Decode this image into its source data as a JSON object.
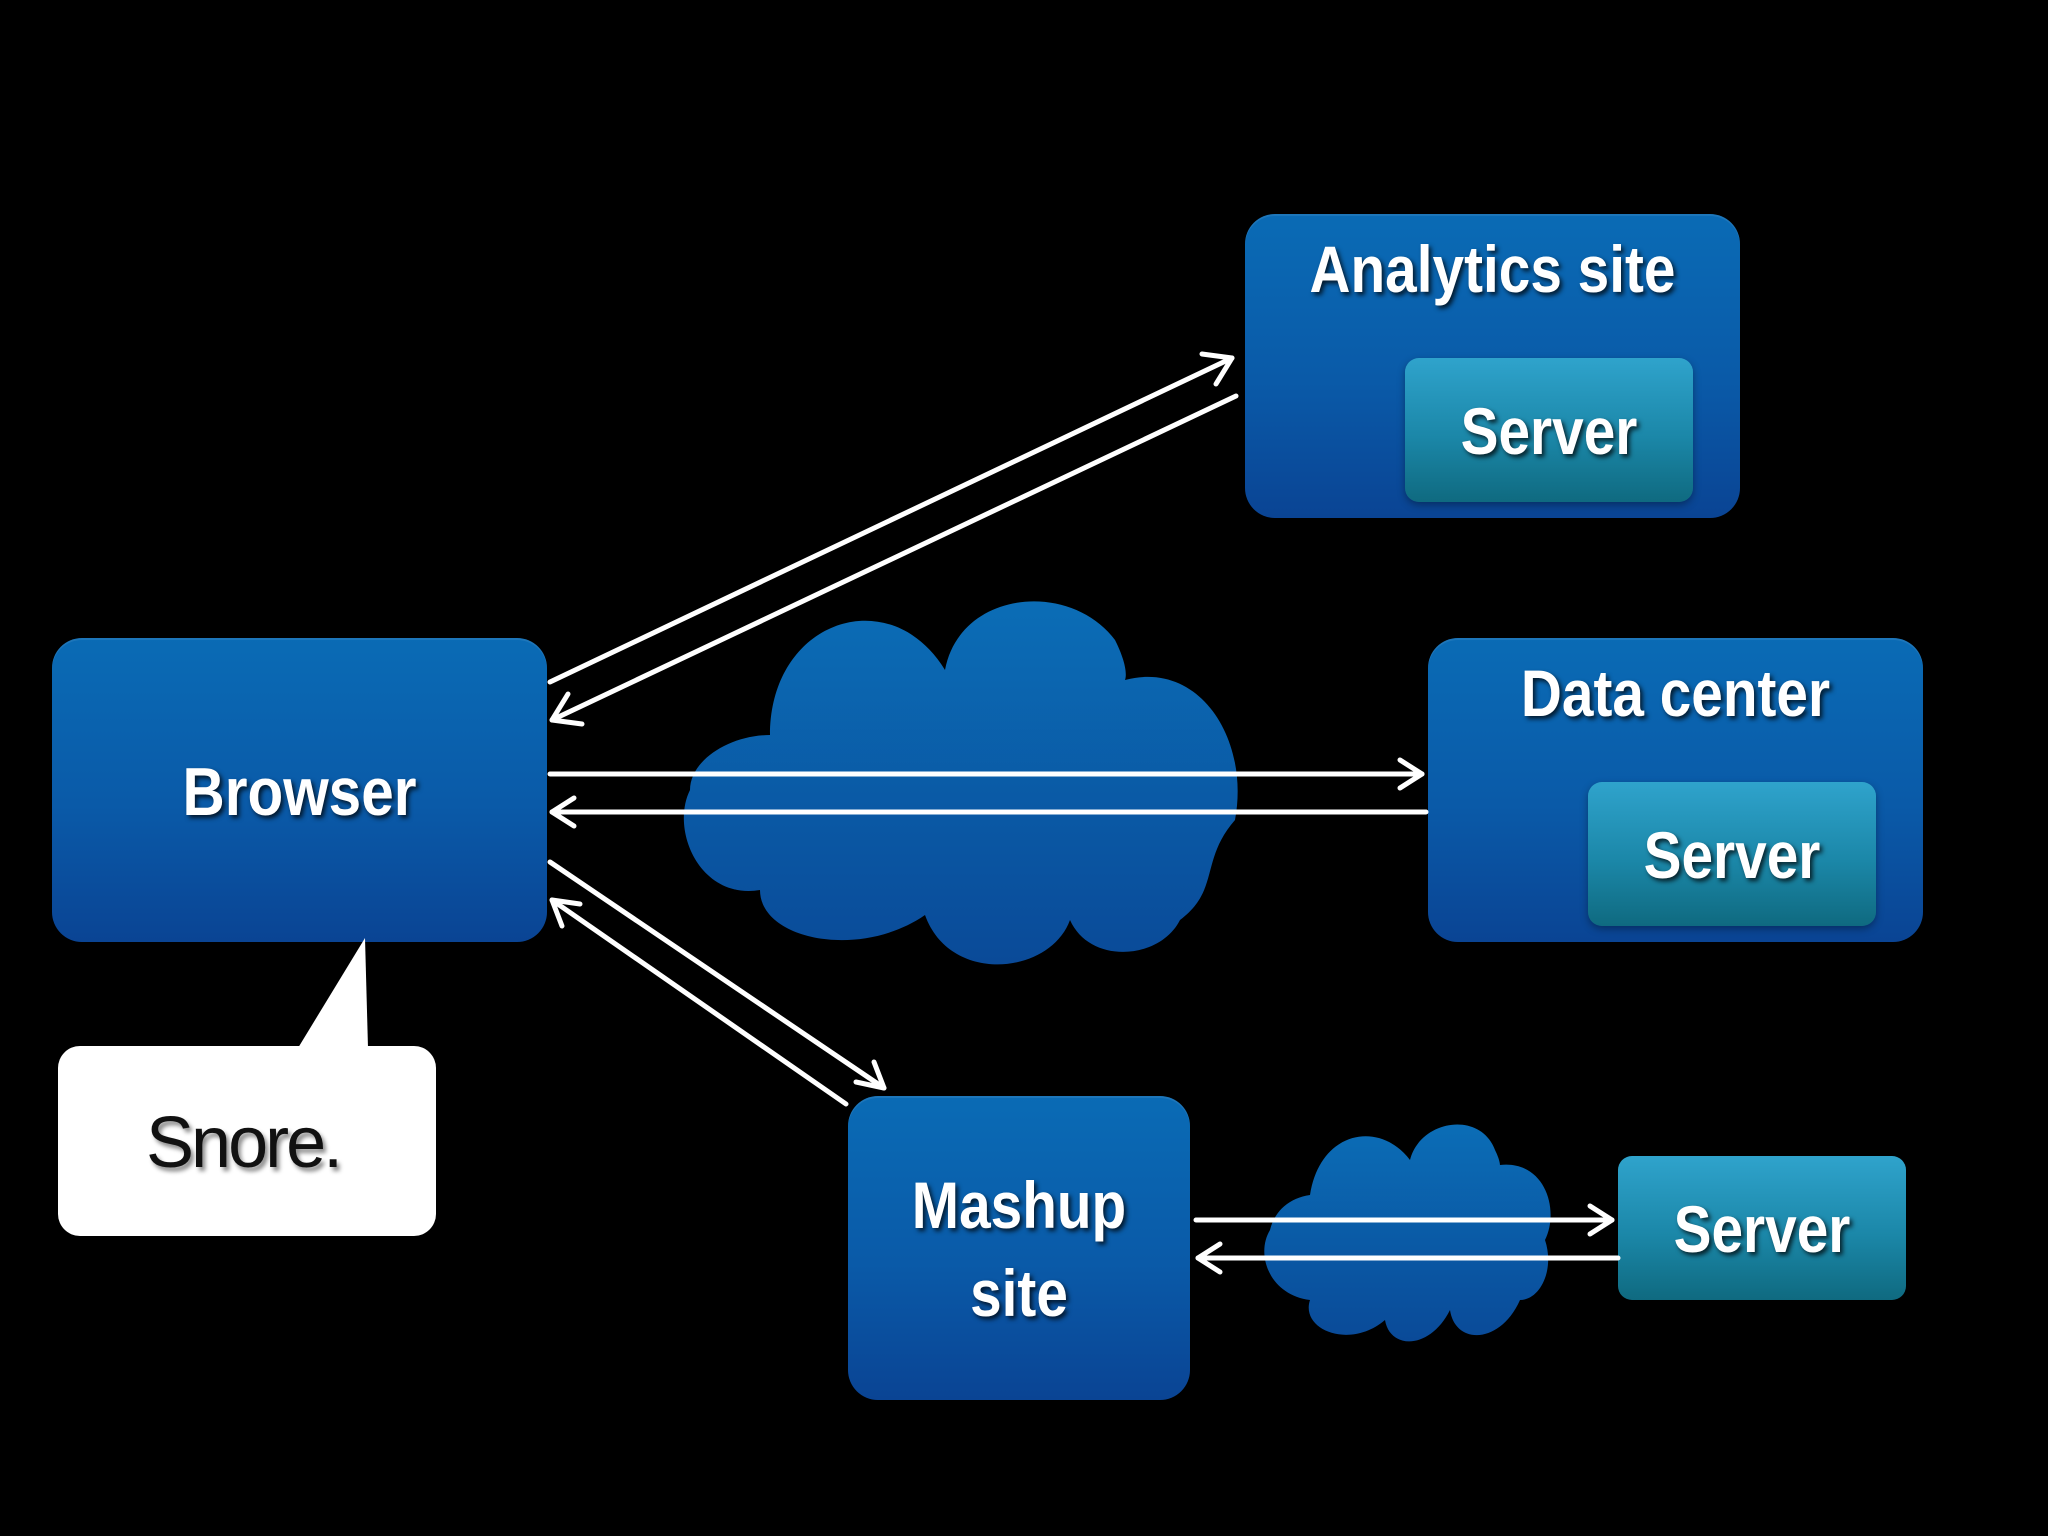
{
  "nodes": {
    "browser": {
      "label": "Browser"
    },
    "analytics": {
      "label": "Analytics site",
      "server_label": "Server"
    },
    "datacenter": {
      "label": "Data center",
      "server_label": "Server"
    },
    "mashup": {
      "label_line1": "Mashup",
      "label_line2": "site"
    },
    "external_server": {
      "label": "Server"
    }
  },
  "speech_bubble": {
    "text": "Snore."
  },
  "colors": {
    "background": "#000000",
    "box_blue": "#0a5aa8",
    "server_teal": "#1b87a8",
    "cloud_blue": "#0a5aa8",
    "arrow": "#ffffff",
    "bubble": "#ffffff"
  }
}
